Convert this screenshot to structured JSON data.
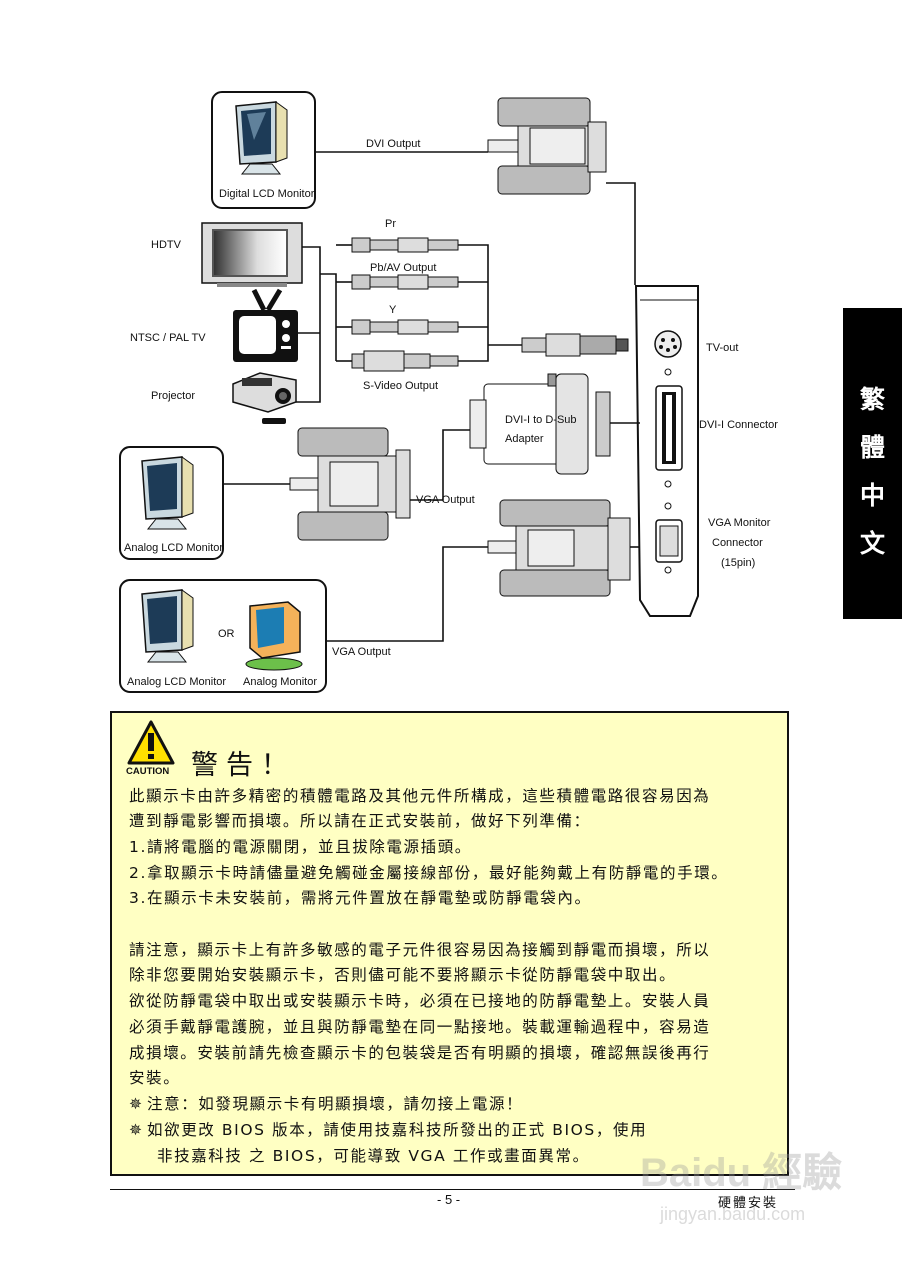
{
  "diagram": {
    "labels": {
      "dvi_output": "DVI Output",
      "digital_lcd": "Digital LCD Monitor",
      "hdtv": "HDTV",
      "ntsc": "NTSC / PAL TV",
      "projector": "Projector",
      "pr": "Pr",
      "pb_av": "Pb/AV Output",
      "y": "Y",
      "svideo": "S-Video Output",
      "adapter_1": "DVI-I to D-Sub",
      "adapter_2": "Adapter",
      "vga_output_1": "VGA Output",
      "analog_lcd_1": "Analog LCD Monitor",
      "or": "OR",
      "analog_lcd_2": "Analog LCD Monitor",
      "analog_monitor": "Analog Monitor",
      "vga_output_2": "VGA Output",
      "tv_out": "TV-out",
      "dvi_i_connector": "DVI-I Connector",
      "vga_monitor_1": "VGA Monitor",
      "vga_monitor_2": "Connector",
      "vga_monitor_3": "(15pin)"
    }
  },
  "side_tab": [
    "繁",
    "體",
    "中",
    "文"
  ],
  "caution": {
    "icon_label": "CAUTION",
    "title": "警告！",
    "lines": [
      "此顯示卡由許多精密的積體電路及其他元件所構成，這些積體電路很容易因為",
      "遭到靜電影響而損壞。所以請在正式安裝前，做好下列準備：",
      "1.請將電腦的電源關閉，並且拔除電源插頭。",
      "2.拿取顯示卡時請儘量避免觸碰金屬接線部份，最好能夠戴上有防靜電的手環。",
      "3.在顯示卡未安裝前，需將元件置放在靜電墊或防靜電袋內。",
      "",
      "請注意，顯示卡上有許多敏感的電子元件很容易因為接觸到靜電而損壞，所以",
      "除非您要開始安裝顯示卡，否則儘可能不要將顯示卡從防靜電袋中取出。",
      "欲從防靜電袋中取出或安裝顯示卡時，必須在已接地的防靜電墊上。安裝人員",
      "必須手戴靜電護腕，並且與防靜電墊在同一點接地。裝載運輸過程中，容易造",
      "成損壞。安裝前請先檢查顯示卡的包裝袋是否有明顯的損壞，確認無誤後再行",
      "安裝。"
    ],
    "note_1": "注意：如發現顯示卡有明顯損壞，請勿接上電源！",
    "note_2a": "如欲更改 BIOS 版本，請使用技嘉科技所發出的正式 BIOS，使用",
    "note_2b": "非技嘉科技 之 BIOS，可能導致 VGA 工作或畫面異常。"
  },
  "footer": {
    "page": "- 5 -",
    "section": "硬體安裝"
  },
  "watermark": {
    "brand": "Baidu 經驗",
    "url": "jingyan.baidu.com"
  }
}
